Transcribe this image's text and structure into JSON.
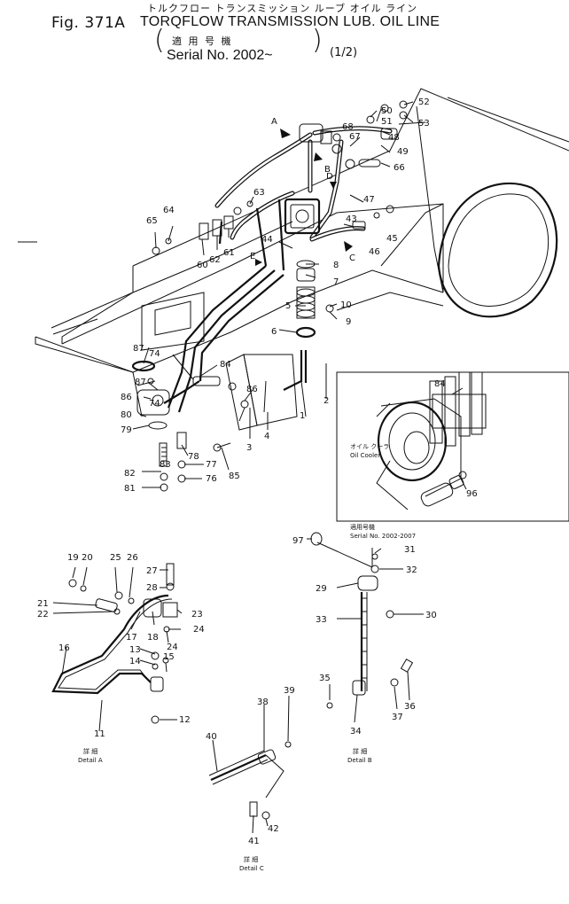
{
  "header": {
    "jp_title": "トルクフロー トランスミッション ルーブ オイル ライン",
    "fig_no": "Fig. 371A",
    "title": "TORQFLOW TRANSMISSION LUB. OIL LINE",
    "jp_applicable": "適 用 号 機",
    "serial": "Serial No. 2002~",
    "page": "(1/2)"
  },
  "inset": {
    "jp_oil_cooler": "オイル クーラ",
    "oil_cooler": "Oil Cooler",
    "jp_applicable": "適用号機",
    "serial_range": "Serial No. 2002-2007"
  },
  "details": {
    "a": {
      "jp": "詳 細",
      "label": "Detail A"
    },
    "b": {
      "jp": "詳 細",
      "label": "Detail B"
    },
    "c": {
      "jp": "詳 細",
      "label": "Detail C"
    }
  },
  "view_letters": [
    "A",
    "B",
    "C",
    "D",
    "E"
  ],
  "callouts": [
    "1",
    "2",
    "3",
    "4",
    "5",
    "6",
    "7",
    "8",
    "9",
    "10",
    "11",
    "12",
    "13",
    "14",
    "15",
    "16",
    "17",
    "18",
    "19",
    "20",
    "21",
    "22",
    "23",
    "24",
    "25",
    "26",
    "27",
    "28",
    "29",
    "30",
    "31",
    "32",
    "33",
    "34",
    "35",
    "36",
    "37",
    "38",
    "39",
    "40",
    "41",
    "42",
    "43",
    "44",
    "45",
    "46",
    "47",
    "48",
    "49",
    "50",
    "51",
    "52",
    "53",
    "60",
    "61",
    "62",
    "63",
    "64",
    "65",
    "66",
    "67",
    "68",
    "74",
    "76",
    "77",
    "78",
    "79",
    "80",
    "81",
    "82",
    "83",
    "84",
    "85",
    "86",
    "87",
    "96",
    "97"
  ]
}
